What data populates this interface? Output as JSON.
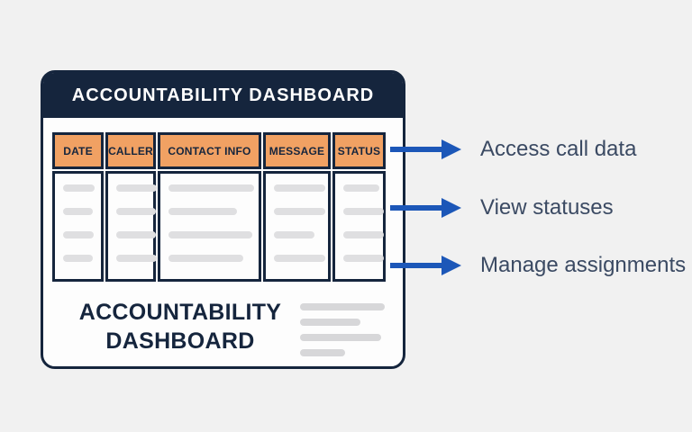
{
  "colors": {
    "navy": "#15253d",
    "orange": "#f1a163",
    "arrow_blue": "#1c57b8",
    "label_text": "#3b4a63",
    "skeleton_gray": "#dfdfe1",
    "footer_gray": "#d7d7d9",
    "background": "#f1f1f1",
    "card_bg": "#fdfdfd"
  },
  "dashboard_card": {
    "header_title": "ACCOUNTABILITY DASHBOARD",
    "table": {
      "columns": [
        "DATE",
        "CALLER",
        "CONTACT INFO",
        "MESSAGE",
        "STATUS"
      ],
      "placeholder_bar_widths": {
        "date": [
          35,
          33,
          34,
          33
        ],
        "caller": [
          45,
          44,
          44,
          45
        ],
        "contact_info": [
          95,
          76,
          93,
          83
        ],
        "message": [
          57,
          57,
          45,
          57
        ],
        "status": [
          40,
          45,
          45,
          45
        ]
      }
    },
    "footer_title": "ACCOUNTABILITY DASHBOARD",
    "footer_bar_widths": [
      94,
      67,
      90,
      50
    ]
  },
  "annotations": [
    {
      "label": "Access call data"
    },
    {
      "label": "View statuses"
    },
    {
      "label": "Manage assignments"
    }
  ]
}
